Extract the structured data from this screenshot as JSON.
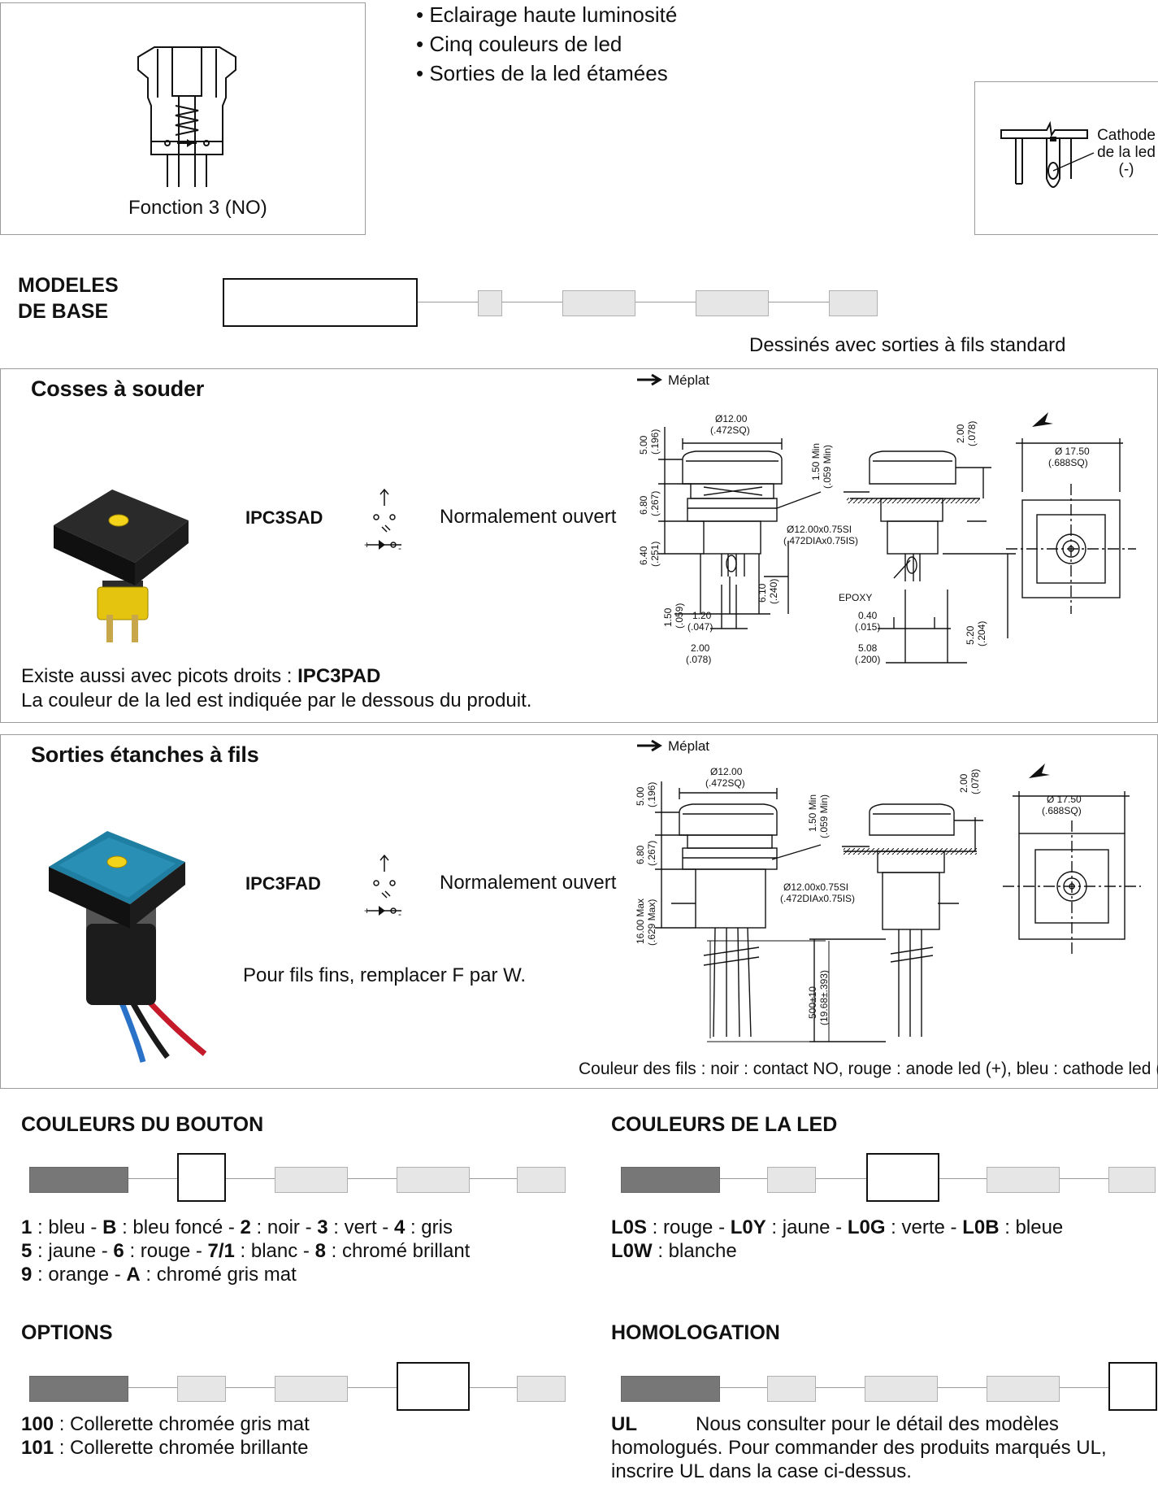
{
  "top": {
    "function_caption": "Fonction 3 (NO)",
    "bullets": [
      "Eclairage haute luminosité",
      "Cinq couleurs de led",
      "Sorties de la led étamées"
    ],
    "cathode_label": [
      "Cathode",
      "de la led",
      "(-)"
    ]
  },
  "base_models": {
    "title_line1": "MODELES",
    "title_line2": "DE BASE",
    "note": "Dessinés avec sorties à fils standard"
  },
  "solder": {
    "title": "Cosses à souder",
    "model": "IPC3SAD",
    "description": "Normalement ouvert",
    "also_prefix": "Existe aussi avec picots droits : ",
    "also_model": "IPC3PAD",
    "led_note": "La couleur de la led est indiquée par le dessous du produit.",
    "meplat": "Méplat",
    "dims": {
      "d1": "Ø12.00",
      "d1b": "(.472SQ)",
      "h1": "5.00",
      "h1b": "(.196)",
      "h2": "6.80",
      "h2b": "(.267)",
      "h3": "6.40",
      "h3b": "(.251)",
      "min": "1.50 Min",
      "minb": "(.059 Min)",
      "t": "2.00",
      "tb": "(.078)",
      "sq": "Ø 17.50",
      "sqb": "(.688SQ)",
      "thread": "Ø12.00x0.75SI",
      "threadb": "(.472DIAx0.75IS)",
      "pin": "6.10",
      "pinb": "(.240)",
      "epoxy": "EPOXY",
      "p1": "1.50",
      "p1b": "(.059)",
      "p2": "1.20",
      "p2b": "(.047)",
      "p3": "2.00",
      "p3b": "(.078)",
      "p4": "0.40",
      "p4b": "(.015)",
      "p5": "5.08",
      "p5b": "(.200)",
      "p6": "5.20",
      "p6b": "(.204)"
    }
  },
  "wire": {
    "title": "Sorties étanches à fils",
    "model": "IPC3FAD",
    "description": "Normalement ouvert",
    "thin_note": "Pour fils fins, remplacer F par W.",
    "wire_colors": "Couleur des fils : noir : contact NO, rouge : anode led (+), bleu : cathode led (-)",
    "meplat": "Méplat",
    "dims": {
      "d1": "Ø12.00",
      "d1b": "(.472SQ)",
      "h1": "5.00",
      "h1b": "(.196)",
      "h2": "6.80",
      "h2b": "(.267)",
      "h3": "16.00 Max",
      "h3b": "(.629 Max)",
      "min": "1.50 Min",
      "minb": "(.059 Min)",
      "t": "2.00",
      "tb": "(.078)",
      "sq": "Ø 17.50",
      "sqb": "(.688SQ)",
      "thread": "Ø12.00x0.75SI",
      "threadb": "(.472DIAx0.75IS)",
      "wl": "500±10",
      "wlb": "(19.68±.393)"
    }
  },
  "button_colors": {
    "title": "COULEURS DU BOUTON",
    "lines": [
      [
        [
          "1",
          " : bleu - "
        ],
        [
          "B",
          " : bleu foncé - "
        ],
        [
          "2",
          " : noir - "
        ],
        [
          "3",
          " : vert - "
        ],
        [
          "4",
          " : gris"
        ]
      ],
      [
        [
          "5",
          " : jaune - "
        ],
        [
          "6",
          " : rouge - "
        ],
        [
          "7/1",
          " : blanc - "
        ],
        [
          "8",
          " : chromé brillant"
        ]
      ],
      [
        [
          "9",
          " : orange - "
        ],
        [
          "A",
          " : chromé gris mat"
        ]
      ]
    ]
  },
  "led_colors": {
    "title": "COULEURS DE LA LED",
    "lines": [
      [
        [
          "L0S",
          " : rouge - "
        ],
        [
          "L0Y",
          " : jaune - "
        ],
        [
          "L0G",
          " : verte - "
        ],
        [
          "L0B",
          " : bleue"
        ]
      ],
      [
        [
          "L0W",
          " : blanche"
        ]
      ]
    ]
  },
  "options": {
    "title": "OPTIONS",
    "lines": [
      [
        [
          "100",
          " : Collerette chromée gris mat"
        ]
      ],
      [
        [
          "101",
          " : Collerette chromée brillante"
        ]
      ]
    ]
  },
  "homologation": {
    "title": "HOMOLOGATION",
    "code": "UL",
    "text_line1": "Nous consulter pour le détail des modèles",
    "text_line2": "homologués. Pour commander des produits marqués UL,",
    "text_line3": "inscrire UL dans la case ci-dessus."
  },
  "colors": {
    "border": "#9a9a9a",
    "cell_light": "#e6e6e6",
    "cell_dark": "#777777",
    "cap_black": "#1b1b1b",
    "cap_blue": "#1f7fa3",
    "led_yellow": "#f2d21a",
    "body_yellow": "#e8c80c"
  }
}
